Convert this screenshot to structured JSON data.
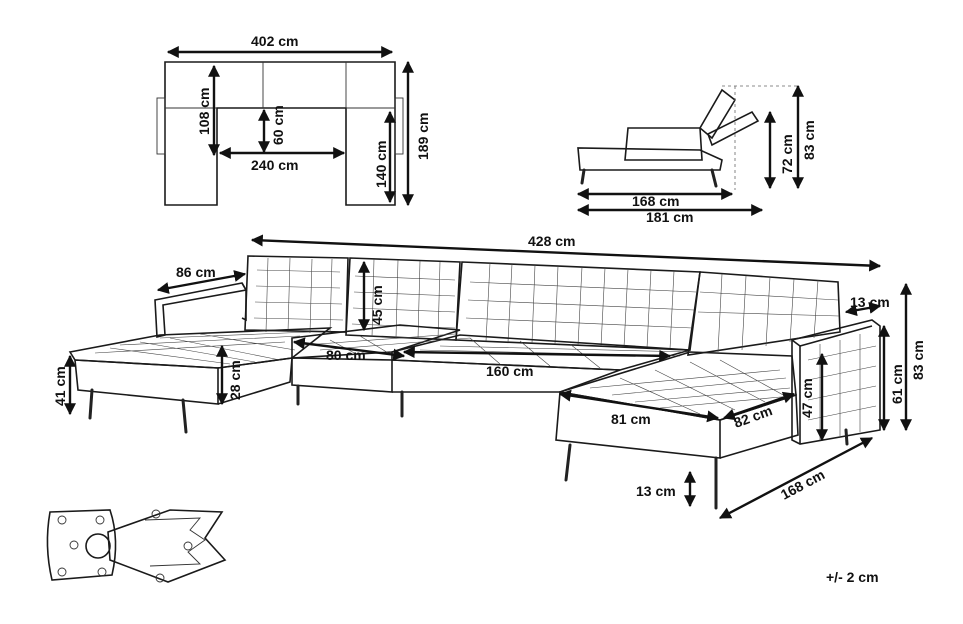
{
  "top_view": {
    "width_label": "402 cm",
    "depth_label": "189 cm",
    "inner_depth_label": "108 cm",
    "seat_depth_label": "60 cm",
    "inner_width_label": "240 cm",
    "arm_length_label": "140 cm"
  },
  "side_view": {
    "back_height_label": "83 cm",
    "seat_back_label": "72 cm",
    "bed_length_label": "168 cm",
    "full_length_label": "181 cm"
  },
  "main_view": {
    "total_width_label": "428 cm",
    "chaise_width_left_label": "86 cm",
    "backrest_height_label": "45 cm",
    "armrest_width_label": "13 cm",
    "total_height_label": "83 cm",
    "arm_height_label": "61 cm",
    "chaise_height_label": "47 cm",
    "seat_height_left_label": "41 cm",
    "cushion_height_label": "28 cm",
    "seat_width_label": "80 cm",
    "sofa_seat_width_label": "160 cm",
    "chaise_seat_label": "81 cm",
    "chaise_depth_label": "82 cm",
    "leg_height_label": "13 cm",
    "chaise_length_label": "168 cm"
  },
  "tolerance_label": "+/- 2 cm"
}
